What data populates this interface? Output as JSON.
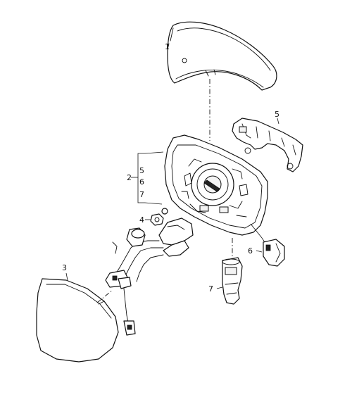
{
  "callouts": {
    "c1": "1",
    "c2": "2",
    "c3": "3",
    "c4": "4",
    "c5a": "5",
    "c5b": "5",
    "c6a": "6",
    "c6b": "6",
    "c7a": "7",
    "c7b": "7"
  }
}
